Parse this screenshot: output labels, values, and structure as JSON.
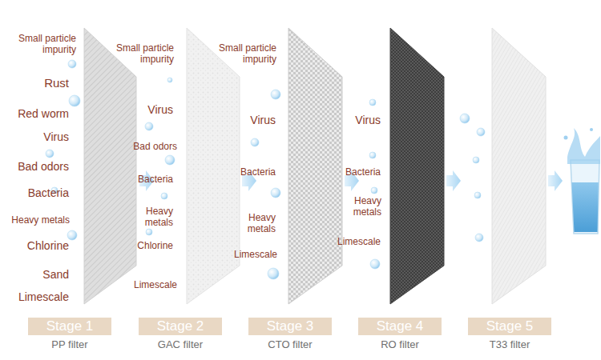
{
  "diagram": {
    "nodes": [
      {
        "text": [
          "Stage 1",
          "PP filter"
        ]
      },
      {
        "text": [
          "Stage 2",
          "GAC filter"
        ]
      },
      {
        "text": [
          "Stage 3",
          "CTO filter"
        ]
      },
      {
        "text": [
          "Stage 4",
          "RO filter"
        ]
      },
      {
        "text": [
          "Stage 5",
          "T33 filter"
        ]
      }
    ],
    "labels": [
      "Small particle impurity",
      "Rust",
      "Red worm",
      "Virus",
      "Bad odors",
      "Bacteria",
      "Heavy metals",
      "Chlorine",
      "Sand",
      "Limescale",
      "Small particle impurity",
      "Virus",
      "Bad odors",
      "Bacteria",
      "Heavy metals",
      "Chlorine",
      "Limescale",
      "Small particle impurity",
      "Virus",
      "Bacteria",
      "Heavy metals",
      "Limescale",
      "Virus",
      "Bacteria",
      "Heavy metals",
      "Limescale"
    ]
  }
}
